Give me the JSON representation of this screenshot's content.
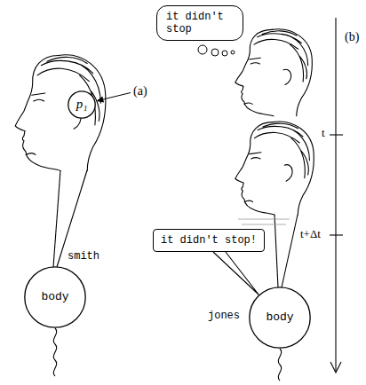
{
  "diagram": {
    "nodes": [
      {
        "text": [
          "it didn't stop"
        ]
      },
      {
        "text": [
          "p₁"
        ]
      },
      {
        "text": [
          "it didn't stop!"
        ]
      },
      {
        "text": [
          "smith",
          "body"
        ]
      },
      {
        "text": [
          "jones",
          "body"
        ]
      }
    ],
    "edges": [
      {
        "from": 2,
        "to": 4,
        "arrow": "none"
      }
    ],
    "labels": [
      "(a)",
      "(b)",
      "t",
      "t+Δt"
    ]
  }
}
